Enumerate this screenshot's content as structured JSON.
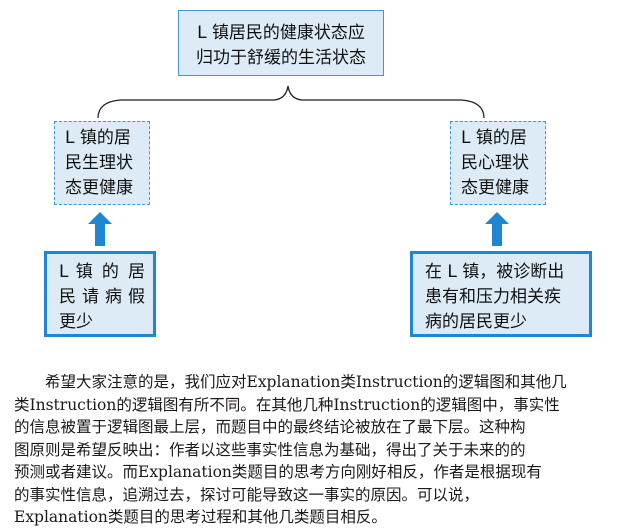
{
  "diagram": {
    "top_box": {
      "lines": [
        "L 镇居民的健康状态应",
        "归功于舒缓的生活状态"
      ]
    },
    "left_conclusion": {
      "lines": [
        "L 镇的居",
        "民生理状",
        "态更健康"
      ]
    },
    "right_conclusion": {
      "lines": [
        "L 镇的居",
        "民心理状",
        "态更健康"
      ]
    },
    "left_fact": {
      "lines": [
        "L 镇 的 居",
        "民请病假",
        "更少"
      ]
    },
    "right_fact": {
      "lines": [
        "在 L 镇，被诊断出",
        "患有和压力相关疾",
        "病的居民更少"
      ]
    }
  },
  "paragraph": {
    "lines": [
      "希望大家注意的是，我们应对Explanation类Instruction的逻辑图和其他几",
      "类Instruction的逻辑图有所不同。在其他几种Instruction的逻辑图中，事实性",
      "的信息被置于逻辑图最上层，而题目中的最终结论被放在了最下层。这种构",
      "图原则是希望反映出：作者以这些事实性信息为基础，得出了关于未来的的",
      "预测或者建议。而Explanation类题目的思考方向刚好相反，作者是根据现有",
      "的事实性信息，追溯过去，探讨可能导致这一事实的原因。可以说，",
      "Explanation类题目的思考过程和其他几类题目相反。"
    ]
  },
  "colors": {
    "box_fill": "#dcebf6",
    "box_border": "#3e9ad6",
    "arrow": "#1f86cf"
  }
}
